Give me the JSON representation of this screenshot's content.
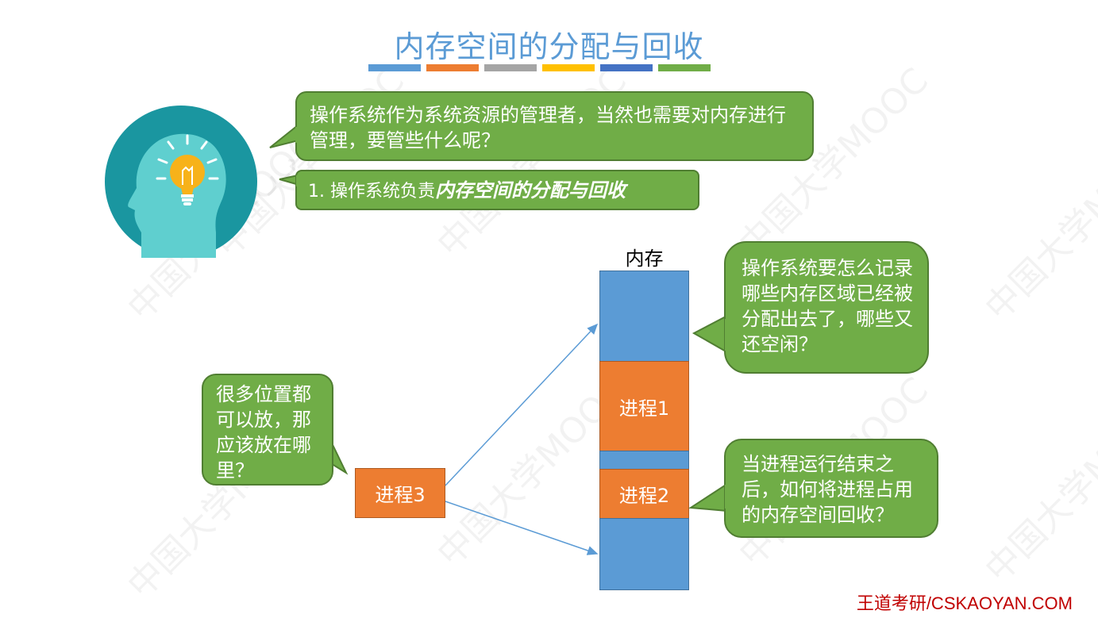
{
  "title": "内存空间的分配与回收",
  "title_bar_colors": [
    "#5b9bd5",
    "#ed7d31",
    "#a5a5a5",
    "#ffc000",
    "#4472c4",
    "#70ad47"
  ],
  "bubble_question": "操作系统作为系统资源的管理者，当然也需要对内存进行管理，要管些什么呢？",
  "bubble_answer": {
    "prefix": "1. 操作系统负责",
    "emphasis": "内存空间的分配与回收"
  },
  "memory_label": "内存",
  "processes": {
    "p1": "进程1",
    "p2": "进程2",
    "p3": "进程3"
  },
  "bubble_where": "很多位置都可以放，那应该放在哪里？",
  "bubble_record": "操作系统要怎么记录哪些内存区域已经被分配出去了，哪些又还空闲？",
  "bubble_reclaim": "当进程运行结束之后，如何将进程占用的内存空间回收？",
  "footer": "王道考研/CSKAOYAN.COM",
  "watermark": "中国大学MOOC",
  "colors": {
    "title": "#5b9bd5",
    "bubble": "#70ad47",
    "memory": "#5b9bd5",
    "process": "#ed7d31",
    "footer": "#c00000",
    "icon_circle": "#1a96a0"
  },
  "icons": [
    "head-lightbulb-icon"
  ]
}
